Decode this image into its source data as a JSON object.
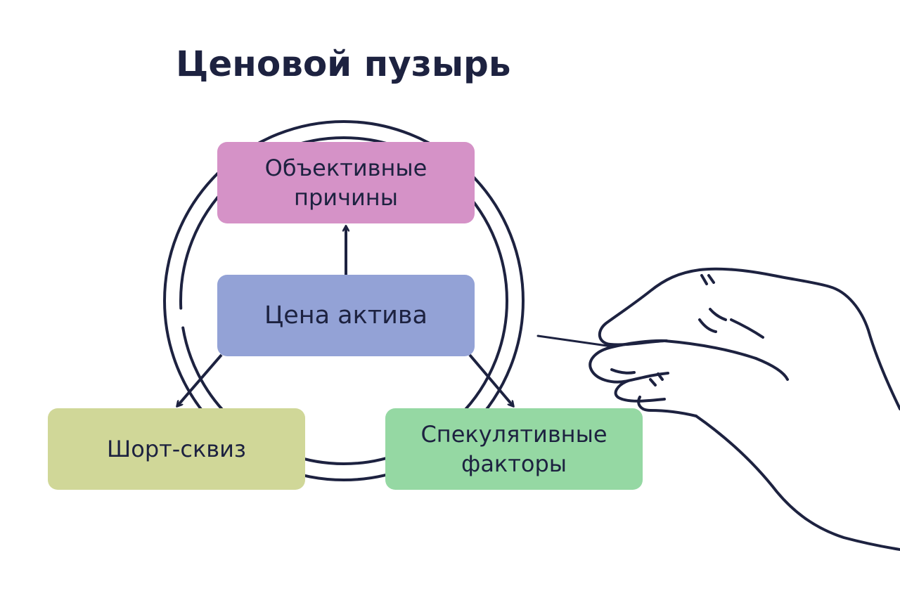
{
  "title": "Ценовой пузырь",
  "nodes": {
    "objective": {
      "line1": "Объективные",
      "line2": "причины",
      "color": "#d592c7"
    },
    "price": {
      "label": "Цена актива",
      "color": "#93a2d6"
    },
    "short_squeeze": {
      "label": "Шорт-сквиз",
      "color": "#d0d798"
    },
    "speculative": {
      "line1": "Спекулятивные",
      "line2": "факторы",
      "color": "#95d8a3"
    }
  },
  "colors": {
    "ink": "#1d2240",
    "background": "#ffffff"
  }
}
